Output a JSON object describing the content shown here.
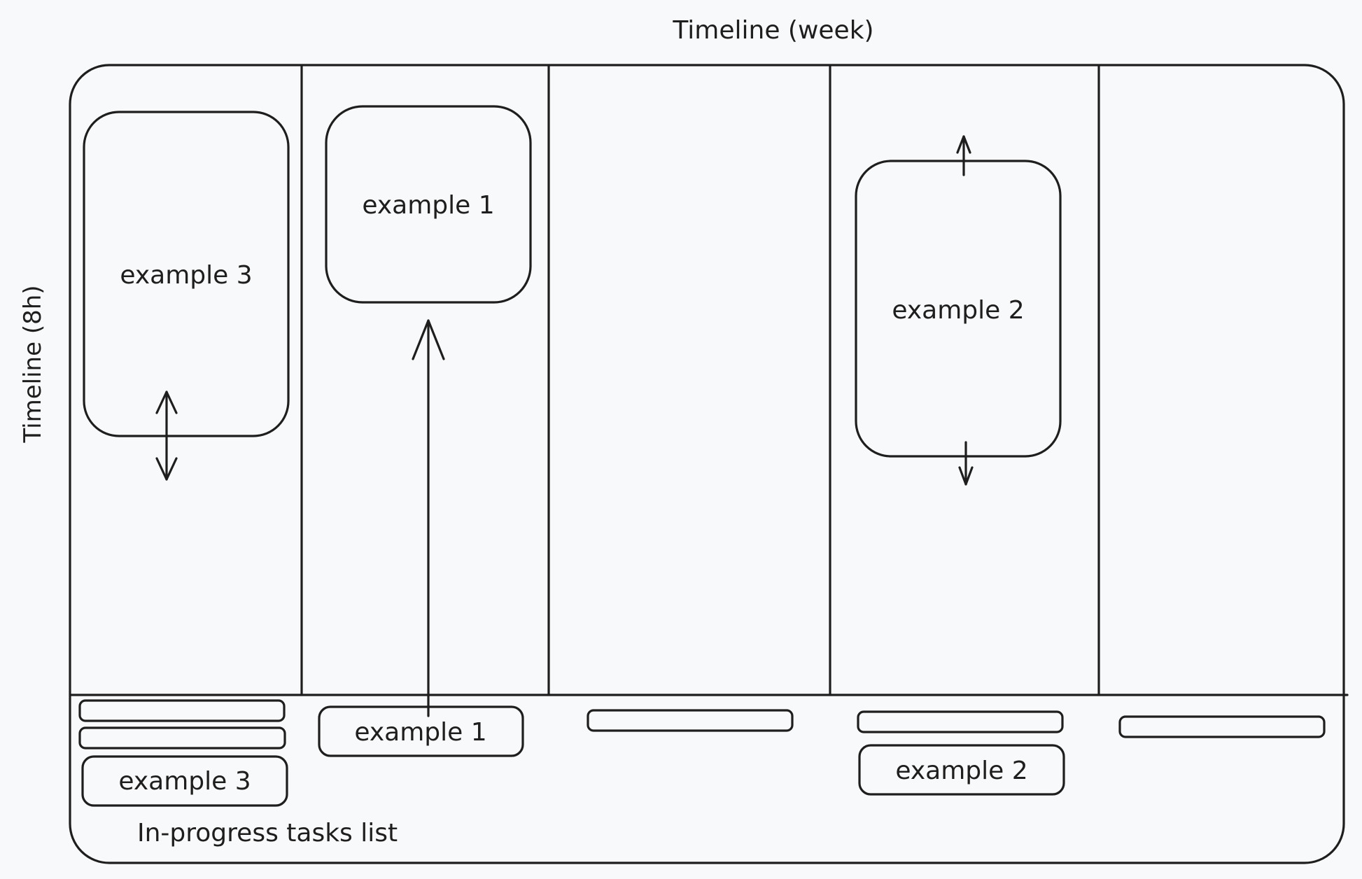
{
  "labels": {
    "x_axis": "Timeline (week)",
    "y_axis": "Timeline (8h)",
    "footer": "In-progress tasks list"
  },
  "tasks": {
    "col1_card": "example 3",
    "col2_card": "example 1",
    "col4_card": "example 2",
    "col1_chip": "example 3",
    "col2_chip": "example 1",
    "col4_chip": "example 2"
  },
  "colors": {
    "background": "#f8f9fa",
    "stroke": "#1e1e1e"
  }
}
